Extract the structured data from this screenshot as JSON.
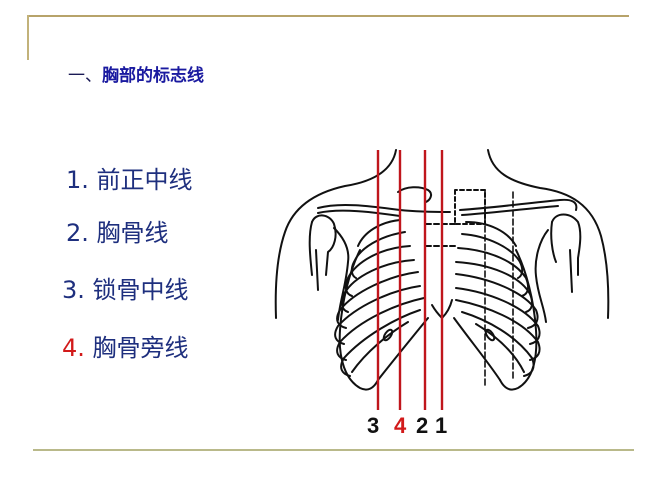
{
  "slide": {
    "title": {
      "prefix": "一、",
      "text": "胸部的标志线"
    },
    "list": [
      {
        "number": "1.",
        "label": "前正中线",
        "number_color": "#1e2f7e"
      },
      {
        "number": "2.",
        "label": "胸骨线",
        "number_color": "#1e2f7e"
      },
      {
        "number": "3.",
        "label": "锁骨中线",
        "number_color": "#1e2f7e"
      },
      {
        "number": "4.",
        "label": "胸骨旁线",
        "number_color": "#d21a1a"
      }
    ],
    "figure": {
      "description": "Anterior view of thoracic skeleton with vertical red reference lines",
      "line_labels": [
        {
          "text": "3",
          "color": "#111111"
        },
        {
          "text": "4",
          "color": "#d21a1a"
        },
        {
          "text": "2",
          "color": "#111111"
        },
        {
          "text": "1",
          "color": "#111111"
        }
      ],
      "line_color": "#c0161c"
    },
    "colors": {
      "frame": "#b7a36a",
      "title_blue": "#1a1aa0",
      "list_blue": "#1e2f7e",
      "accent_red": "#d21a1a"
    }
  }
}
